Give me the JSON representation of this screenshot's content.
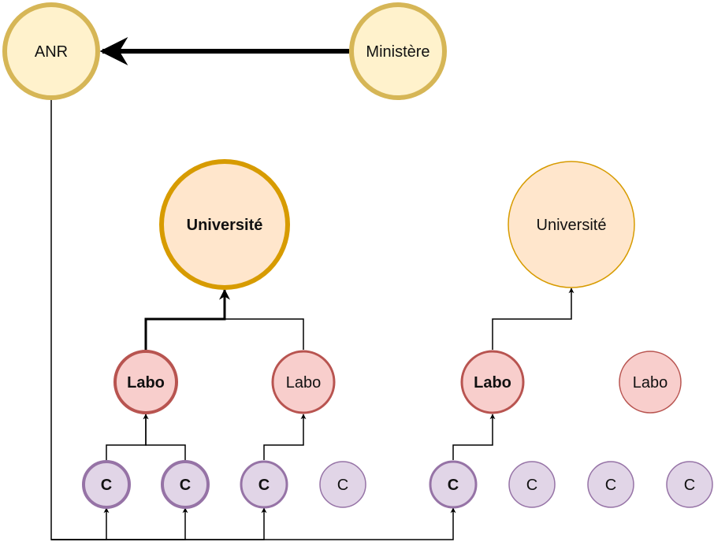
{
  "colors": {
    "yellow_fill": "#fff2cc",
    "yellow_stroke": "#d6b656",
    "orange_fill": "#ffe6cc",
    "orange_stroke": "#d79b00",
    "red_fill": "#f8cecc",
    "red_stroke": "#b85450",
    "purple_fill": "#e1d5e7",
    "purple_stroke": "#9673a6",
    "edge": "#000000"
  },
  "nodes": {
    "anr": {
      "label": "ANR"
    },
    "ministere": {
      "label": "Ministère"
    },
    "universite_1": {
      "label": "Université"
    },
    "universite_2": {
      "label": "Université"
    },
    "labo_1": {
      "label": "Labo"
    },
    "labo_2": {
      "label": "Labo"
    },
    "labo_3": {
      "label": "Labo"
    },
    "labo_4": {
      "label": "Labo"
    },
    "c_1": {
      "label": "C"
    },
    "c_2": {
      "label": "C"
    },
    "c_3": {
      "label": "C"
    },
    "c_4": {
      "label": "C"
    },
    "c_5": {
      "label": "C"
    },
    "c_6": {
      "label": "C"
    },
    "c_7": {
      "label": "C"
    },
    "c_8": {
      "label": "C"
    }
  }
}
